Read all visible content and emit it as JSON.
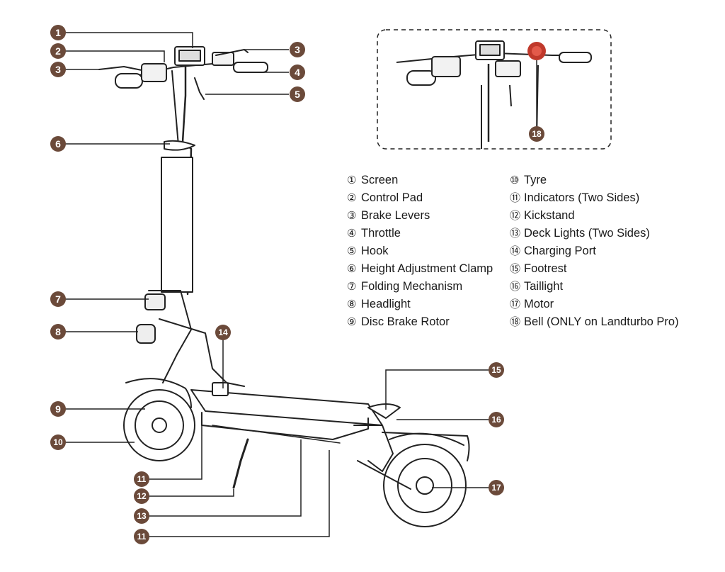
{
  "callouts": [
    {
      "id": "1",
      "label_num": "1"
    },
    {
      "id": "2",
      "label_num": "2"
    },
    {
      "id": "3a",
      "label_num": "3"
    },
    {
      "id": "3b",
      "label_num": "3"
    },
    {
      "id": "4",
      "label_num": "4"
    },
    {
      "id": "5",
      "label_num": "5"
    },
    {
      "id": "6",
      "label_num": "6"
    },
    {
      "id": "7",
      "label_num": "7"
    },
    {
      "id": "8",
      "label_num": "8"
    },
    {
      "id": "9",
      "label_num": "9"
    },
    {
      "id": "10",
      "label_num": "10"
    },
    {
      "id": "11a",
      "label_num": "11"
    },
    {
      "id": "11b",
      "label_num": "11"
    },
    {
      "id": "12",
      "label_num": "12"
    },
    {
      "id": "13",
      "label_num": "13"
    },
    {
      "id": "14",
      "label_num": "14"
    },
    {
      "id": "15",
      "label_num": "15"
    },
    {
      "id": "16",
      "label_num": "16"
    },
    {
      "id": "17",
      "label_num": "17"
    },
    {
      "id": "18",
      "label_num": "18"
    }
  ],
  "legend_left": [
    {
      "num": "①",
      "text": "Screen"
    },
    {
      "num": "②",
      "text": "Control Pad"
    },
    {
      "num": "③",
      "text": "Brake Levers"
    },
    {
      "num": "④",
      "text": "Throttle"
    },
    {
      "num": "⑤",
      "text": "Hook"
    },
    {
      "num": "⑥",
      "text": "Height Adjustment Clamp"
    },
    {
      "num": "⑦",
      "text": "Folding Mechanism"
    },
    {
      "num": "⑧",
      "text": "Headlight"
    },
    {
      "num": "⑨",
      "text": "Disc Brake Rotor"
    }
  ],
  "legend_right": [
    {
      "num": "⑩",
      "text": "Tyre"
    },
    {
      "num": "⑪",
      "text": "Indicators (Two Sides)"
    },
    {
      "num": "⑫",
      "text": "Kickstand"
    },
    {
      "num": "⑬",
      "text": "Deck Lights (Two Sides)"
    },
    {
      "num": "⑭",
      "text": "Charging Port"
    },
    {
      "num": "⑮",
      "text": "Footrest"
    },
    {
      "num": "⑯",
      "text": "Taillight"
    },
    {
      "num": "⑰",
      "text": "Motor"
    },
    {
      "num": "⑱",
      "text": "Bell (ONLY on Landturbo Pro)"
    }
  ],
  "colors": {
    "badge": "#6b4a3a",
    "bell": "#c0392b",
    "line": "#222222"
  }
}
